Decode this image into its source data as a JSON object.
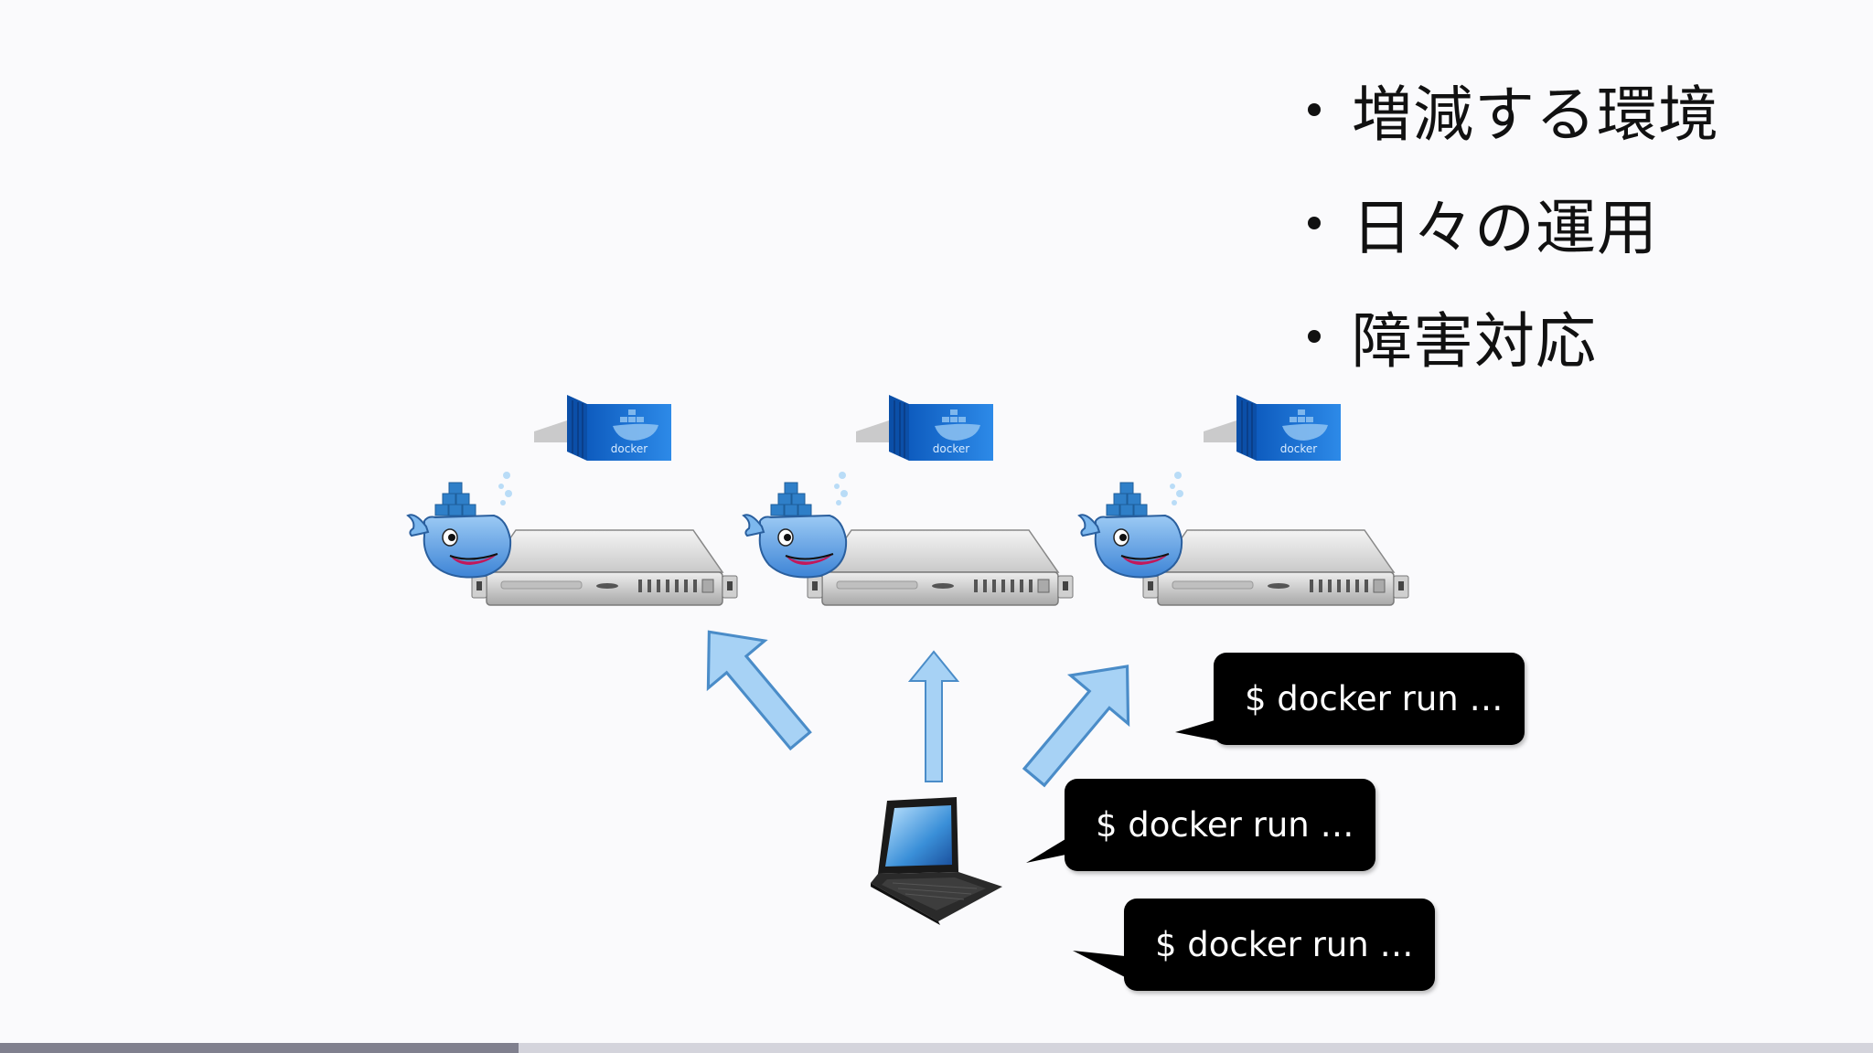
{
  "bullets": [
    {
      "text": "増減する環境"
    },
    {
      "text": "日々の運用"
    },
    {
      "text": "障害対応"
    }
  ],
  "servers": [
    {
      "container_label": "docker"
    },
    {
      "container_label": "docker"
    },
    {
      "container_label": "docker"
    }
  ],
  "bubbles": [
    {
      "text": "$ docker run …"
    },
    {
      "text": "$ docker run …"
    },
    {
      "text": "$ docker run …"
    }
  ],
  "progress": {
    "fraction": 0.277
  },
  "colors": {
    "arrow_fill": "#a7d2f5",
    "arrow_stroke": "#4a8cc8",
    "container_blue": "#1b6fd2",
    "whale_blue": "#5aa7e8",
    "bubble_bg": "#000000",
    "server_gray": "#d8d8d8"
  },
  "icons": [
    "docker-container-icon",
    "docker-whale-icon",
    "server-icon",
    "laptop-icon",
    "arrow-up-icon"
  ]
}
